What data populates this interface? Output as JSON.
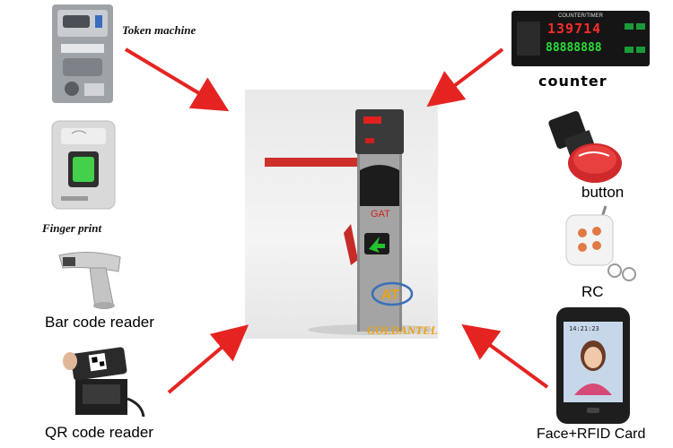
{
  "center": {
    "gate_text": "GAT",
    "brand": "GOLDANTELL",
    "logo_letters": "AT"
  },
  "devices": {
    "token_machine": {
      "label": "Token machine"
    },
    "fingerprint": {
      "label": "Finger print"
    },
    "barcode": {
      "label": "Bar code reader"
    },
    "qr": {
      "label": "QR code reader"
    },
    "counter": {
      "label": "counter",
      "panel_title": "COUNTER/TIMER",
      "top_digits": "139714",
      "bottom_digits": "88888888"
    },
    "button": {
      "label": "button"
    },
    "rc": {
      "label": "RC"
    },
    "face": {
      "label": "Face+RFID Card",
      "screen_time": "14:21:23"
    }
  },
  "colors": {
    "arrow": "#e52421",
    "arm": "#d0332b",
    "brand": "#e8a317"
  }
}
